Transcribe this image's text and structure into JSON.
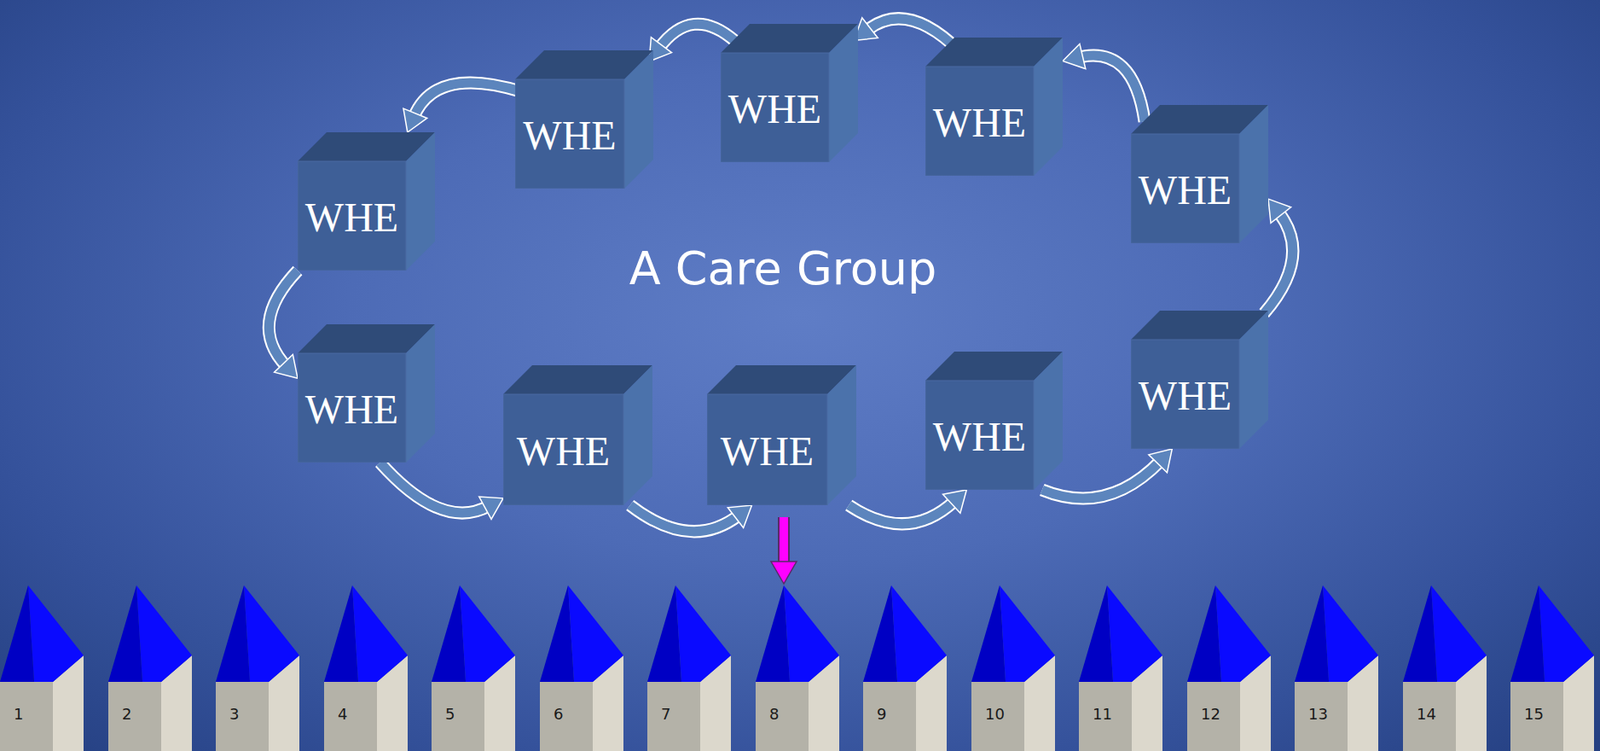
{
  "diagram": {
    "title": "A Care Group",
    "nodes": [
      {
        "text": [
          "WHE"
        ]
      },
      {
        "text": [
          "WHE"
        ]
      },
      {
        "text": [
          "WHE"
        ]
      },
      {
        "text": [
          "WHE"
        ]
      },
      {
        "text": [
          "WHE"
        ]
      },
      {
        "text": [
          "WHE"
        ]
      },
      {
        "text": [
          "WHE"
        ]
      },
      {
        "text": [
          "WHE"
        ]
      },
      {
        "text": [
          "WHE"
        ]
      },
      {
        "text": [
          "WHE"
        ]
      },
      {
        "text": [
          "1"
        ]
      },
      {
        "text": [
          "2"
        ]
      },
      {
        "text": [
          "3"
        ]
      },
      {
        "text": [
          "4"
        ]
      },
      {
        "text": [
          "5"
        ]
      },
      {
        "text": [
          "6"
        ]
      },
      {
        "text": [
          "7"
        ]
      },
      {
        "text": [
          "8"
        ]
      },
      {
        "text": [
          "9"
        ]
      },
      {
        "text": [
          "10"
        ]
      },
      {
        "text": [
          "11"
        ]
      },
      {
        "text": [
          "12"
        ]
      },
      {
        "text": [
          "13"
        ]
      },
      {
        "text": [
          "14"
        ]
      },
      {
        "text": [
          "15"
        ]
      }
    ],
    "edges": [
      {
        "from": 5,
        "to": 6,
        "arrow": "to"
      },
      {
        "from": 6,
        "to": 7,
        "arrow": "to"
      },
      {
        "from": 7,
        "to": 8,
        "arrow": "to"
      },
      {
        "from": 8,
        "to": 9,
        "arrow": "to"
      },
      {
        "from": 9,
        "to": 4,
        "arrow": "to"
      },
      {
        "from": 4,
        "to": 3,
        "arrow": "to"
      },
      {
        "from": 3,
        "to": 2,
        "arrow": "to"
      },
      {
        "from": 2,
        "to": 1,
        "arrow": "to"
      },
      {
        "from": 1,
        "to": 0,
        "arrow": "to"
      },
      {
        "from": 0,
        "to": 5,
        "arrow": "to"
      },
      {
        "from": 7,
        "to": 17,
        "arrow": "to"
      }
    ]
  }
}
